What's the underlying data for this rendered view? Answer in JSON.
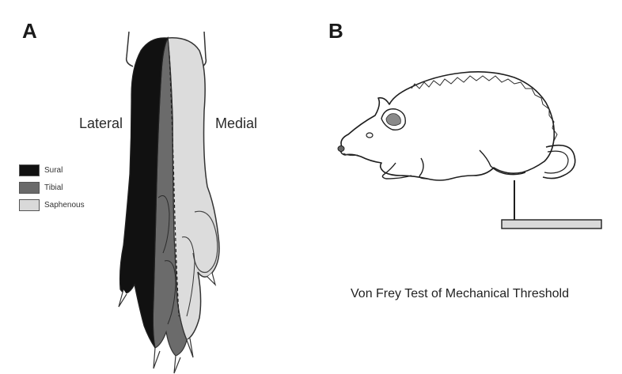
{
  "panel_a": {
    "letter": "A",
    "lateral_label": "Lateral",
    "medial_label": "Medial",
    "legend": [
      {
        "label": "Sural",
        "color": "#111111"
      },
      {
        "label": "Tibial",
        "color": "#6a6a6a"
      },
      {
        "label": "Saphenous",
        "color": "#d9d9d9"
      }
    ]
  },
  "panel_b": {
    "letter": "B",
    "caption": "Von Frey Test of Mechanical Threshold"
  }
}
